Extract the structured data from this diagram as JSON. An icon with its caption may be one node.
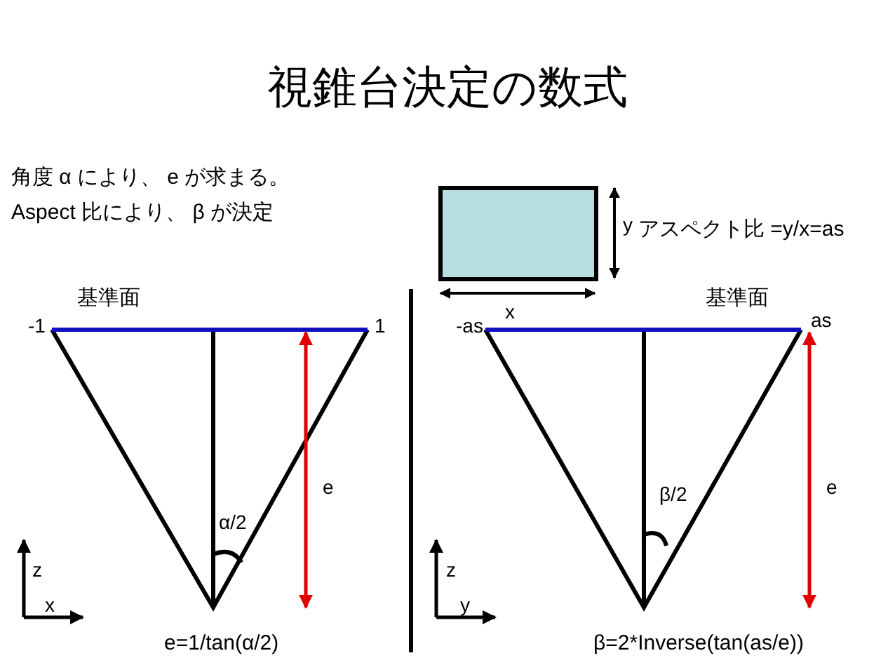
{
  "diagram": {
    "title": "視錐台決定の数式",
    "nodes": [
      {
        "text": [],
        "shape": "box"
      }
    ],
    "labels": [
      "角度 α により、 e が求まる。",
      "Aspect 比により、 β が決定",
      "y",
      "アスペクト比 =y/x=as",
      "x",
      "基準面",
      "-1",
      "1",
      "-as",
      "基準面",
      "as",
      "e",
      "α/2",
      "e",
      "β/2",
      "z",
      "x",
      "z",
      "y",
      "e=1/tan(α/2)",
      "β=2*Inverse(tan(as/e))"
    ]
  }
}
